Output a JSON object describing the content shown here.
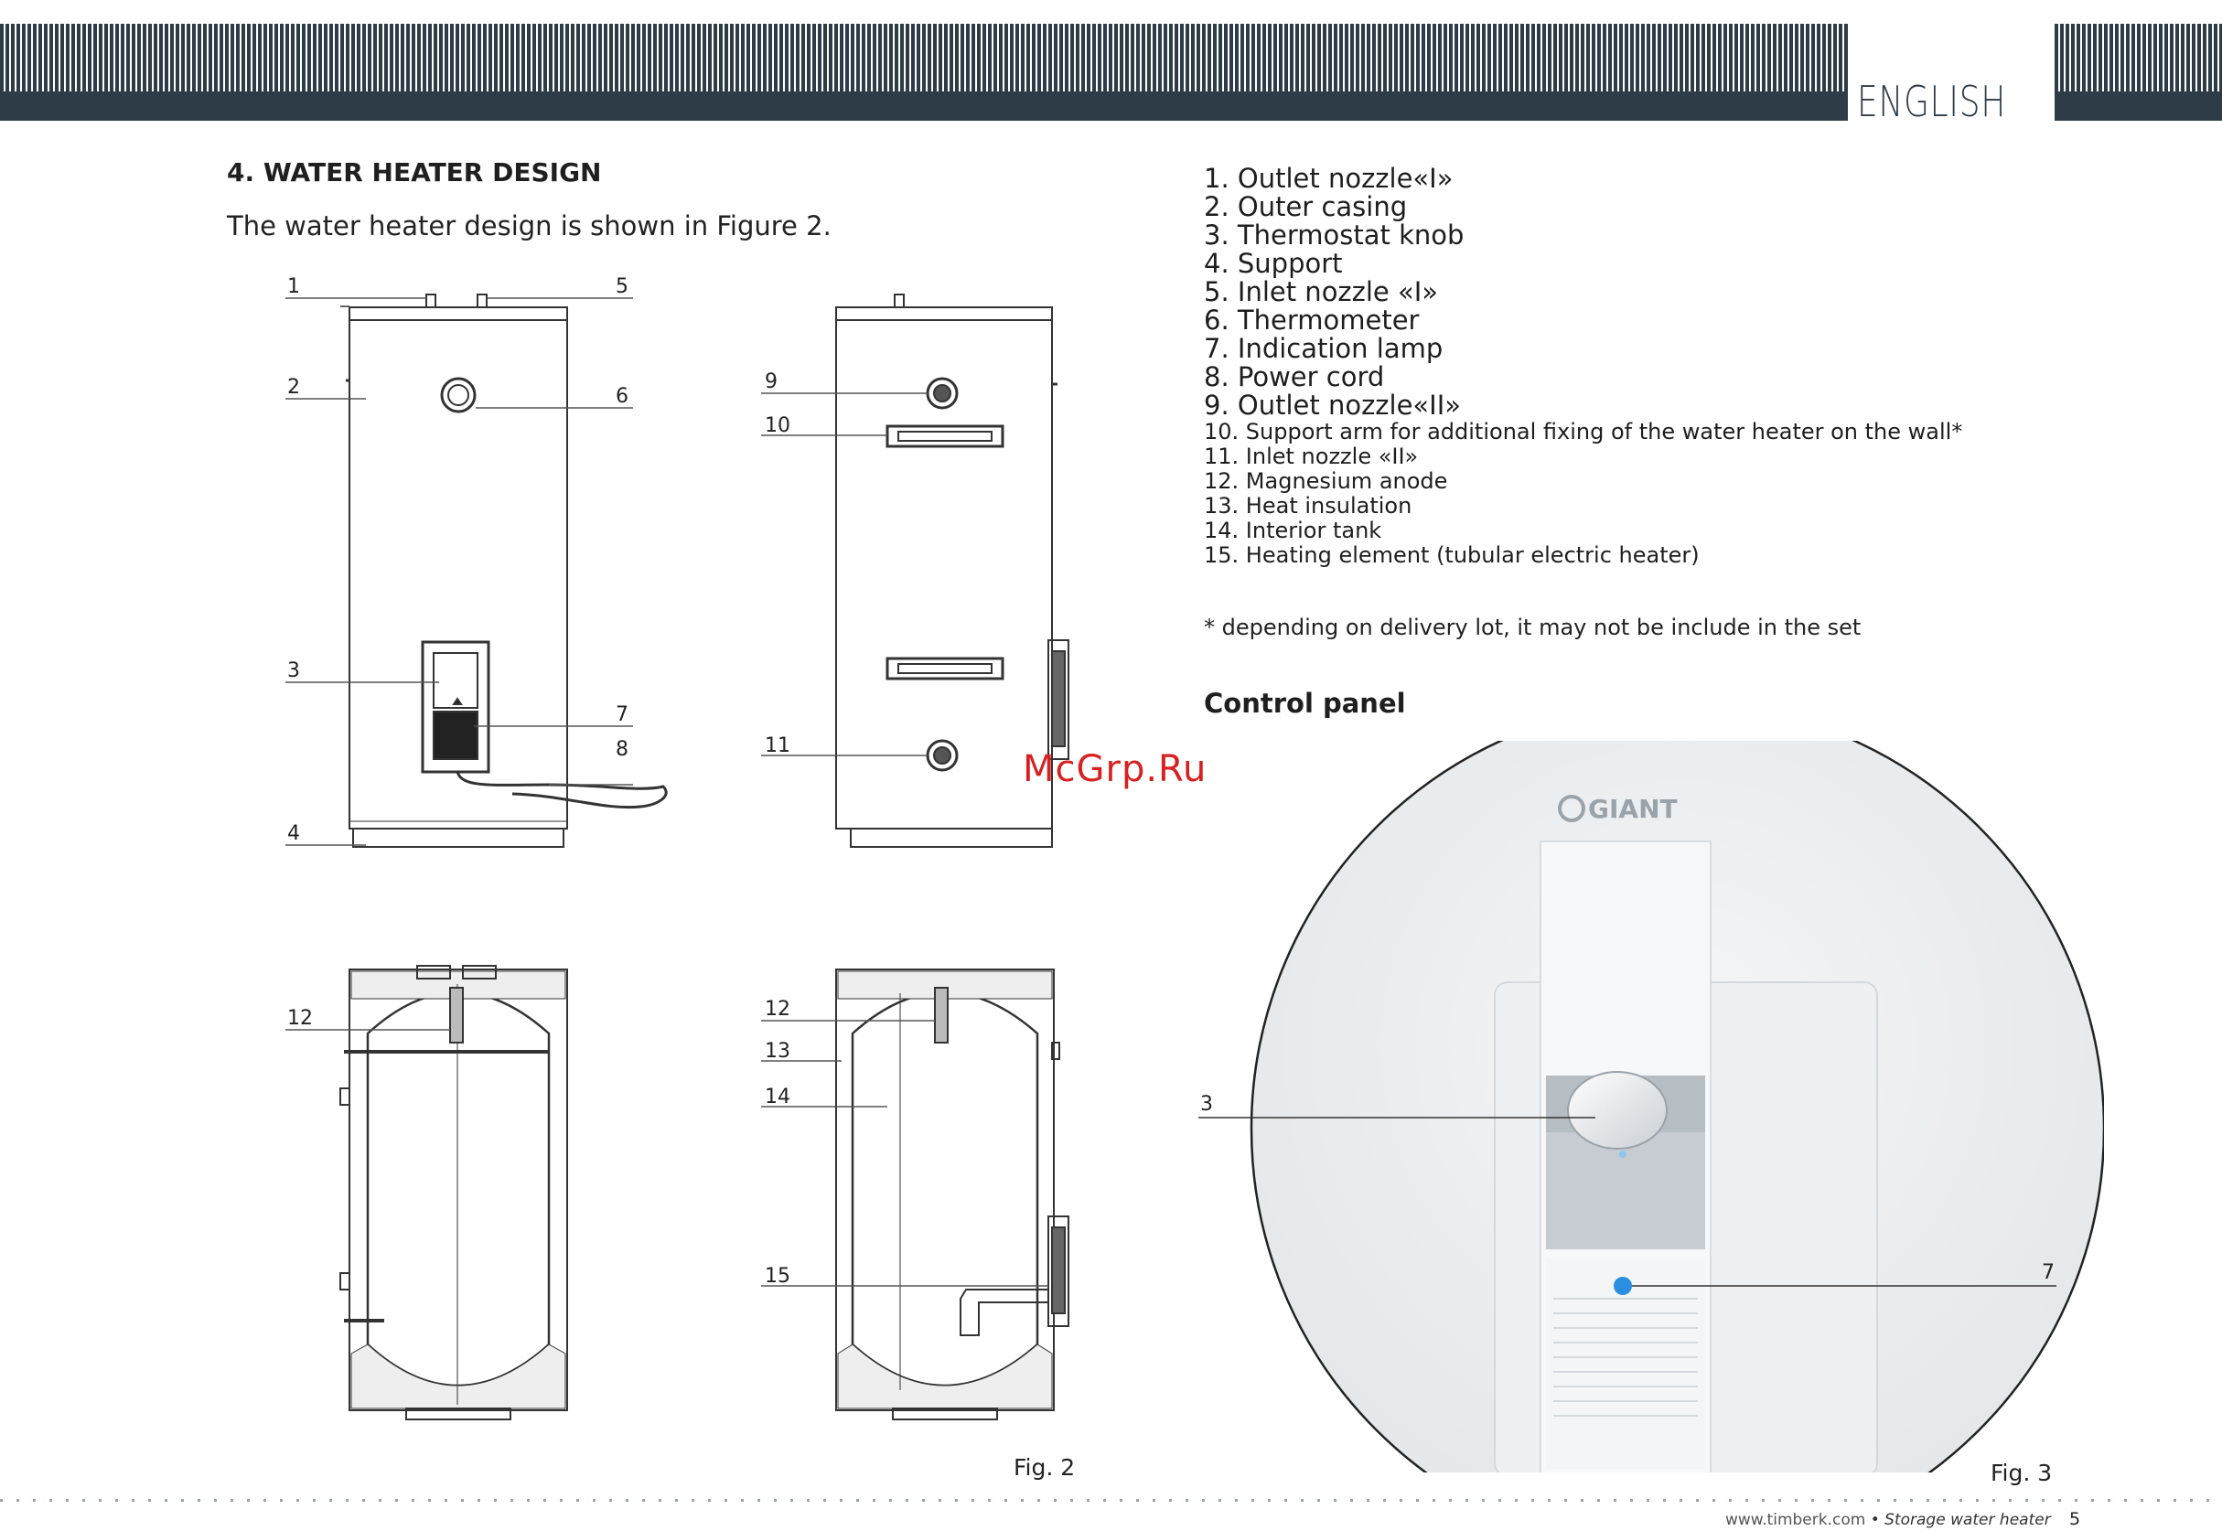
{
  "header": {
    "language": "ENGLISH"
  },
  "section": {
    "title": "4.  WATER HEATER DESIGN",
    "intro": "The water heater design is shown in Figure 2."
  },
  "callouts": {
    "c1": "1",
    "c2": "2",
    "c3": "3",
    "c4": "4",
    "c5": "5",
    "c6": "6",
    "c7": "7",
    "c8": "8",
    "c9": "9",
    "c10": "10",
    "c11": "11",
    "c12a": "12",
    "c12b": "12",
    "c13": "13",
    "c14": "14",
    "c15": "15",
    "f3_3": "3",
    "f3_7": "7"
  },
  "parts": [
    "1. Outlet nozzle«I»",
    "2. Outer casing",
    "3. Thermostat knob",
    "4. Support",
    "5. Inlet nozzle «I»",
    "6. Thermometer",
    "7. Indication lamp",
    "8. Power cord",
    "9. Outlet nozzle«II»",
    "10. Support arm for additional fixing of the water heater on the wall*",
    "11. Inlet nozzle «II»",
    "12. Magnesium anode",
    "13. Heat insulation",
    "14. Interior tank",
    "15. Heating element (tubular electric heater)"
  ],
  "note": "* depending on delivery lot, it may not be include in the set",
  "control_panel": {
    "title": "Control panel",
    "brand_logo": "GIANT"
  },
  "figures": {
    "fig2": "Fig. 2",
    "fig3": "Fig. 3"
  },
  "watermark": "McGrp.Ru",
  "footer": {
    "site": "www.timberk.com",
    "separator": " • ",
    "product": "Storage water heater",
    "page": "5"
  },
  "colors": {
    "header_bar": "#2e3c48",
    "indicator_lamp": "#2a8fe0",
    "watermark": "#d82020"
  }
}
